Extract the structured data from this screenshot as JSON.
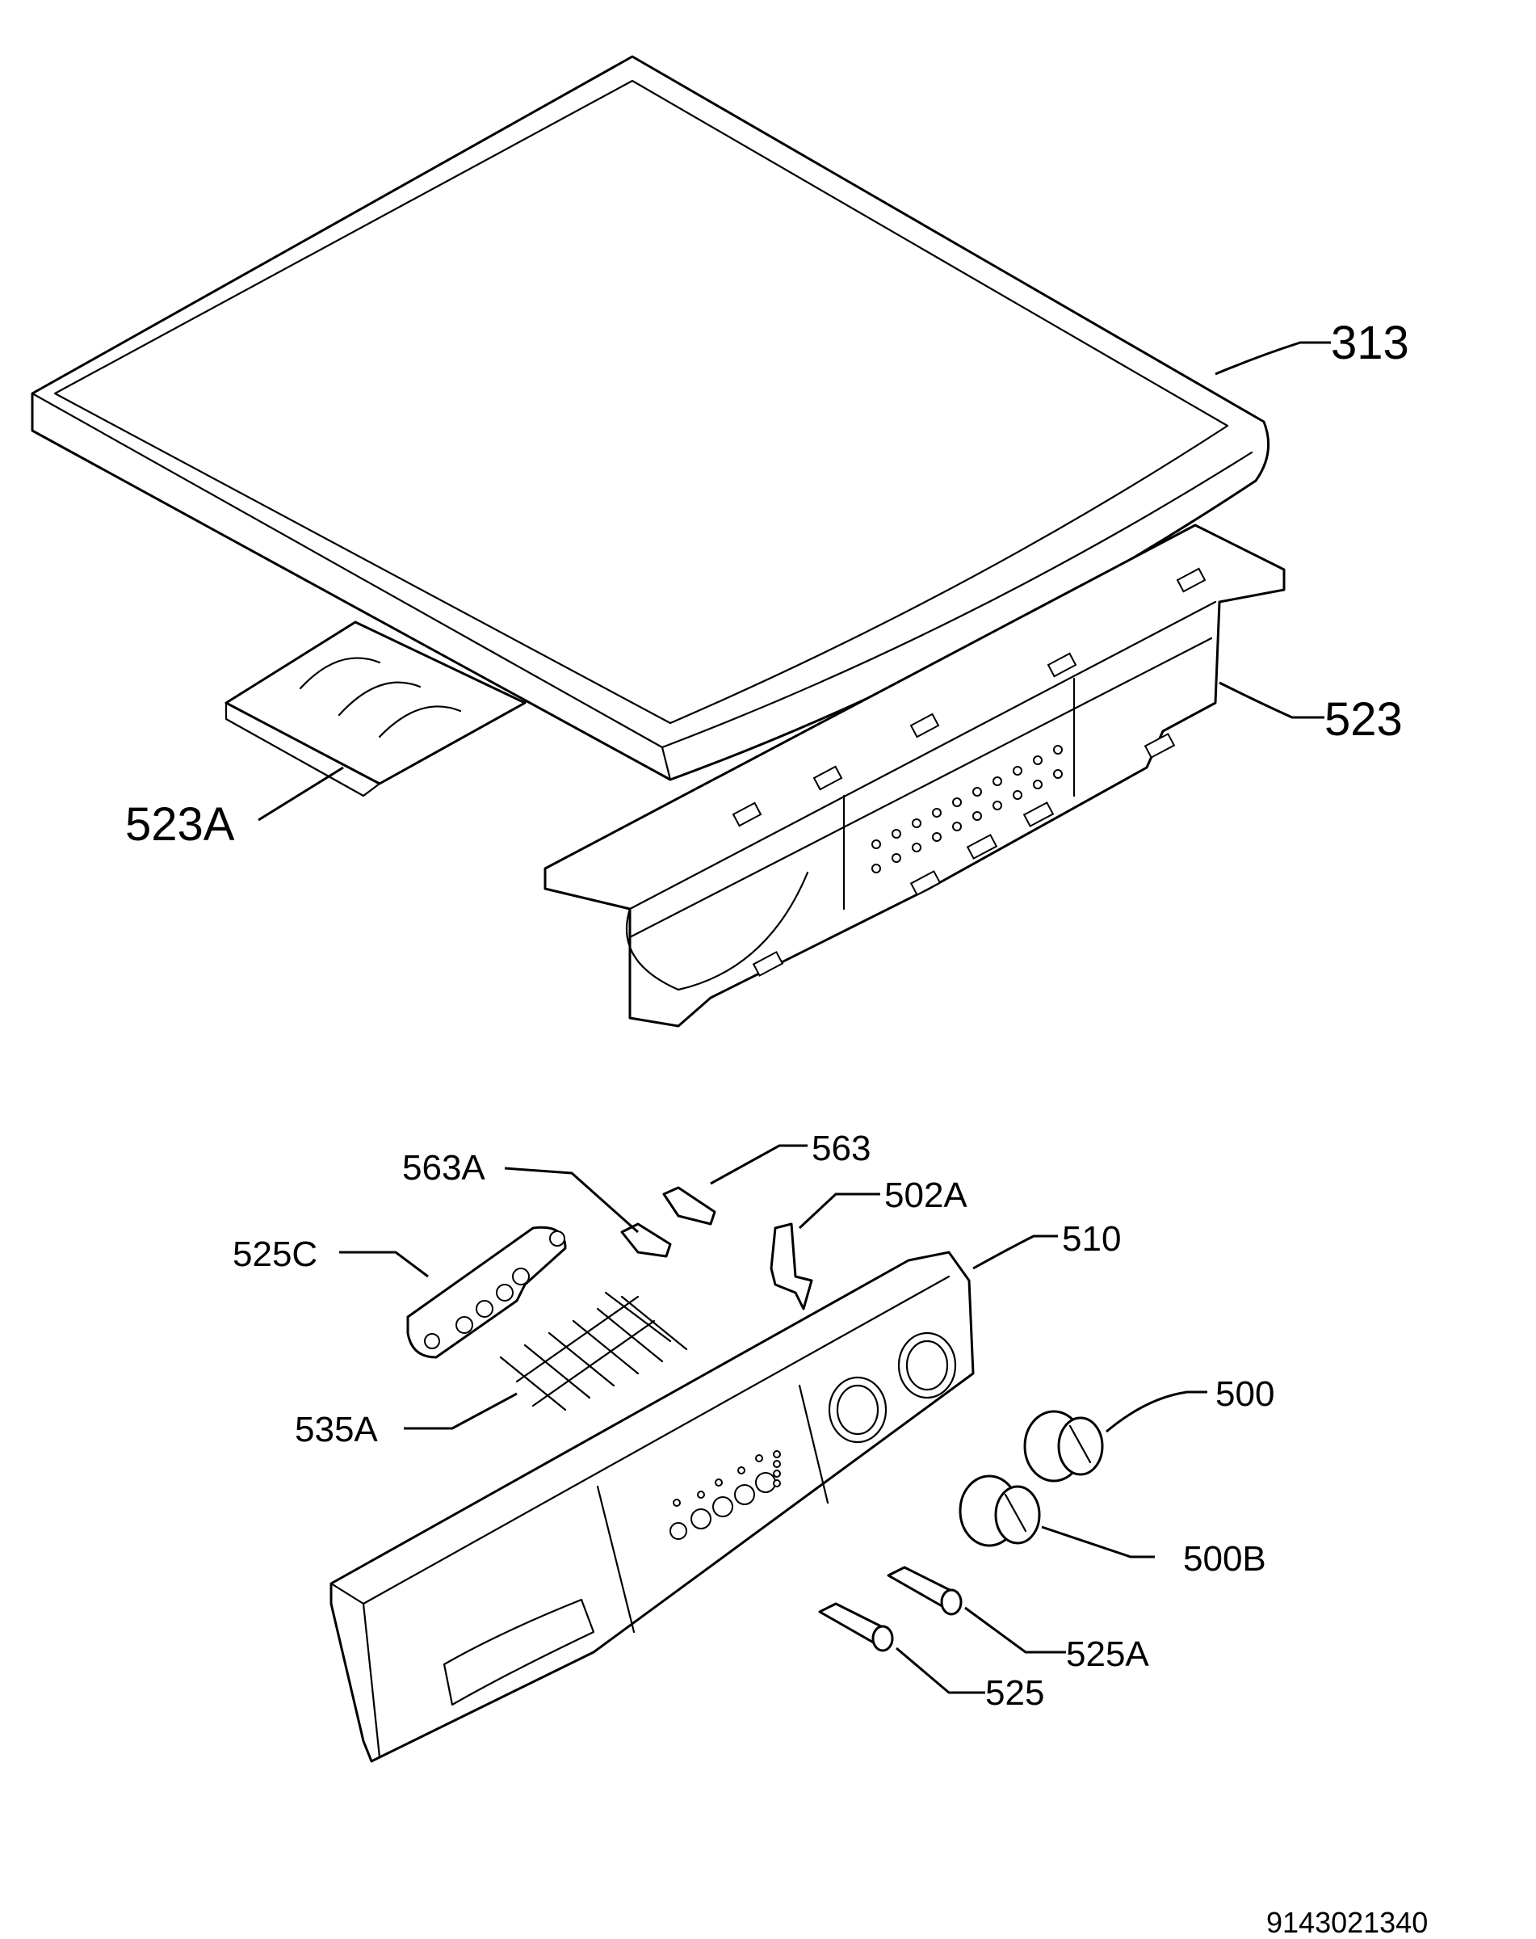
{
  "diagram": {
    "parts": {
      "lid": "313",
      "control_panel_rail": "523",
      "rail_bracket": "523A",
      "light_holder": "563A",
      "light_pipe": "563",
      "selector_shaft": "502A",
      "front_panel": "510",
      "button_support": "525C",
      "button_rods": "535A",
      "knob_main": "500",
      "knob_secondary": "500B",
      "button_long": "525A",
      "button_short": "525"
    },
    "document_number": "9143021340"
  }
}
